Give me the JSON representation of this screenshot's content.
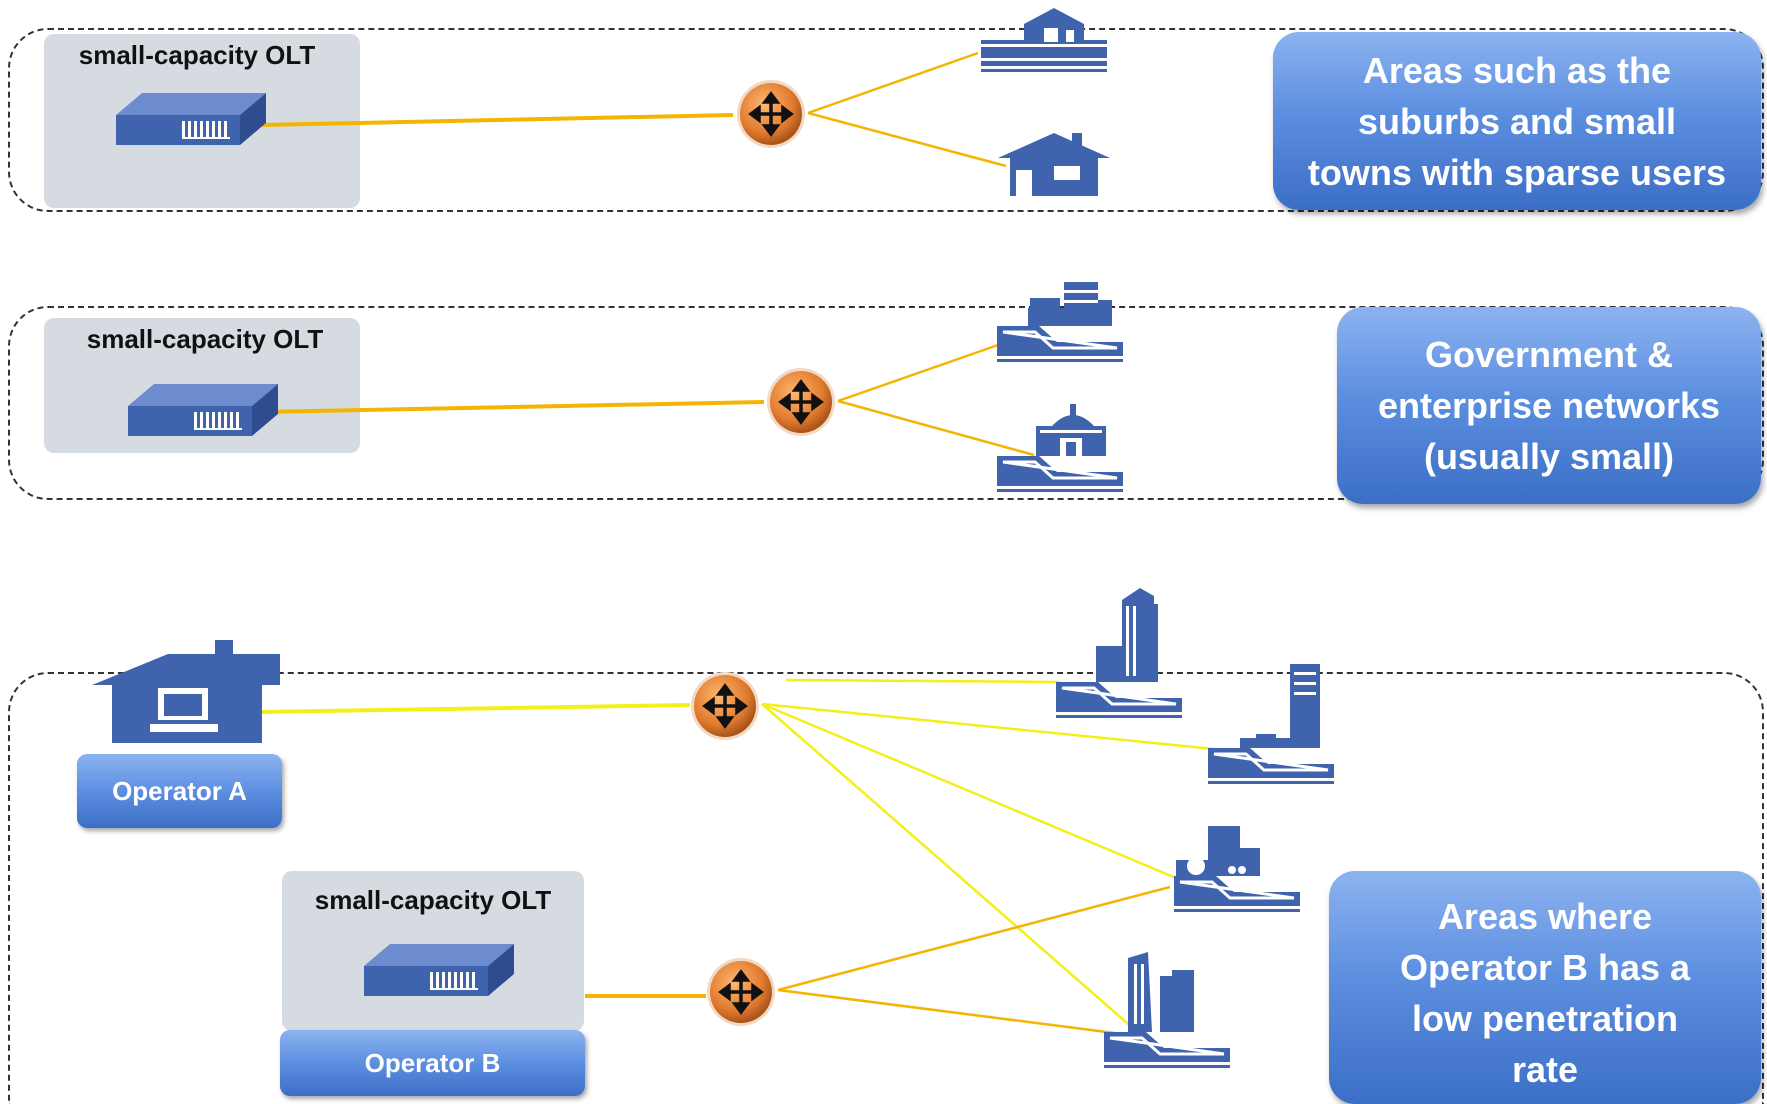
{
  "colors": {
    "building_blue": "#3f63ad",
    "fiber_orange": "#f5b400",
    "fiber_yellow": "#f3ef1a",
    "splitter_orange": "#d9772e",
    "panel_gray": "#d6dbe1"
  },
  "sections": [
    {
      "olt_label": "small-capacity OLT",
      "callout": "Areas such as the\nsuburbs and small\ntowns with sparse users",
      "sites": [
        "residential-building-icon",
        "house-icon"
      ]
    },
    {
      "olt_label": "small-capacity OLT",
      "callout": "Government &\nenterprise networks\n(usually small)",
      "sites": [
        "enterprise-building-icon",
        "government-building-icon"
      ]
    },
    {
      "olt_label": "small-capacity OLT",
      "callout": "Areas where\nOperator B has a\nlow penetration\nrate",
      "operator_a": "Operator A",
      "operator_b": "Operator B",
      "sites": [
        "office-tower-icon",
        "skyscraper-icon",
        "park-building-icon",
        "business-district-icon"
      ]
    }
  ]
}
